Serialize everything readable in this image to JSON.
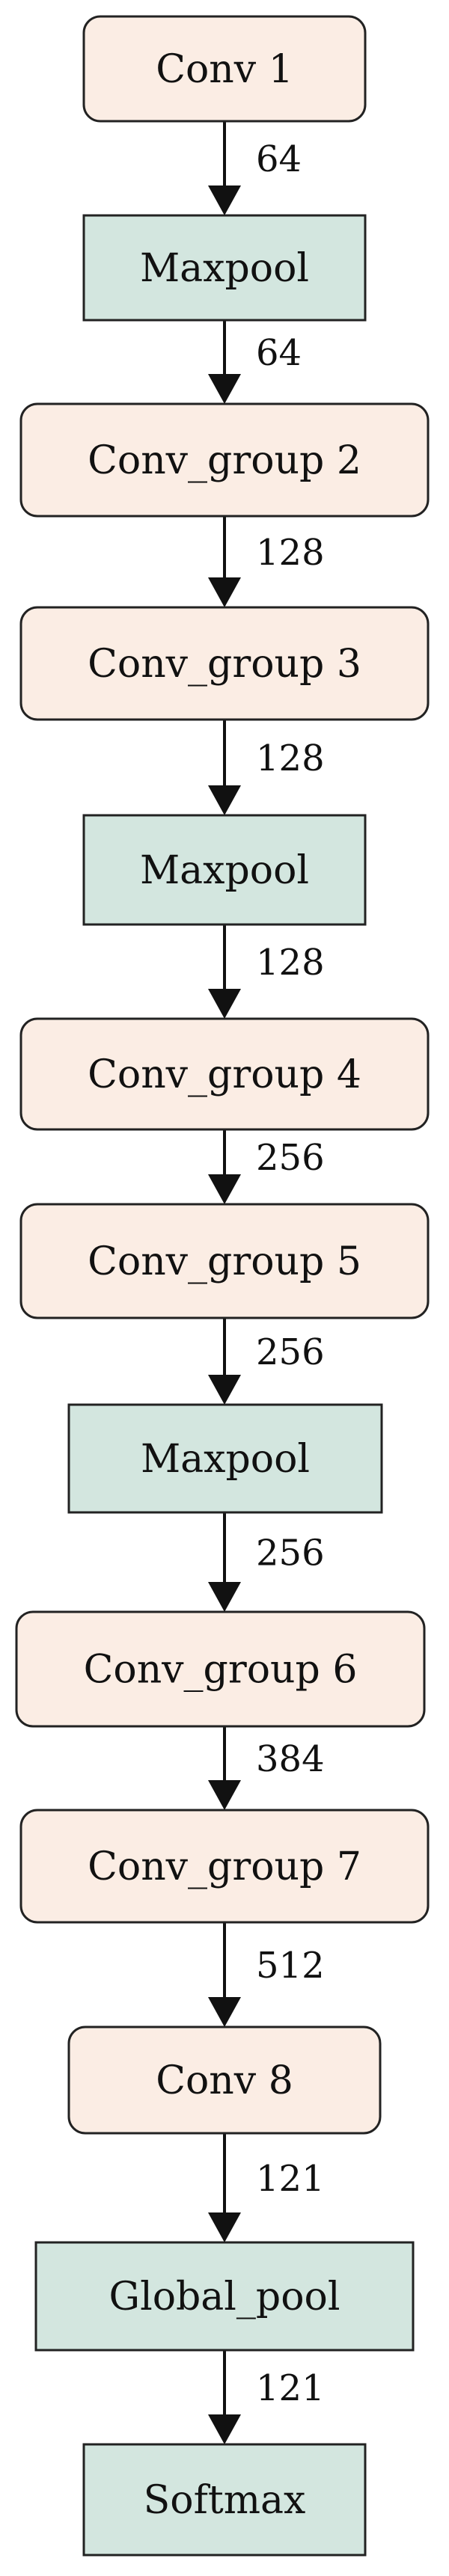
{
  "colors": {
    "conv_fill": "#FBEDE4",
    "pool_fill": "#D3E6DF",
    "stroke": "#222222",
    "arrow": "#111111"
  },
  "nodes": [
    {
      "id": "conv1",
      "label": "Conv 1",
      "kind": "conv"
    },
    {
      "id": "maxpool1",
      "label": "Maxpool",
      "kind": "pool"
    },
    {
      "id": "conv-group2",
      "label": "Conv_group 2",
      "kind": "conv"
    },
    {
      "id": "conv-group3",
      "label": "Conv_group 3",
      "kind": "conv"
    },
    {
      "id": "maxpool2",
      "label": "Maxpool",
      "kind": "pool"
    },
    {
      "id": "conv-group4",
      "label": "Conv_group 4",
      "kind": "conv"
    },
    {
      "id": "conv-group5",
      "label": "Conv_group 5",
      "kind": "conv"
    },
    {
      "id": "maxpool3",
      "label": "Maxpool",
      "kind": "pool"
    },
    {
      "id": "conv-group6",
      "label": "Conv_group 6",
      "kind": "conv"
    },
    {
      "id": "conv-group7",
      "label": "Conv_group 7",
      "kind": "conv"
    },
    {
      "id": "conv8",
      "label": "Conv 8",
      "kind": "conv"
    },
    {
      "id": "global-pool",
      "label": "Global_pool",
      "kind": "pool"
    },
    {
      "id": "softmax",
      "label": "Softmax",
      "kind": "pool"
    }
  ],
  "edges": [
    {
      "from": "conv1",
      "to": "maxpool1",
      "label": "64"
    },
    {
      "from": "maxpool1",
      "to": "conv-group2",
      "label": "64"
    },
    {
      "from": "conv-group2",
      "to": "conv-group3",
      "label": "128"
    },
    {
      "from": "conv-group3",
      "to": "maxpool2",
      "label": "128"
    },
    {
      "from": "maxpool2",
      "to": "conv-group4",
      "label": "128"
    },
    {
      "from": "conv-group4",
      "to": "conv-group5",
      "label": "256"
    },
    {
      "from": "conv-group5",
      "to": "maxpool3",
      "label": "256"
    },
    {
      "from": "maxpool3",
      "to": "conv-group6",
      "label": "256"
    },
    {
      "from": "conv-group6",
      "to": "conv-group7",
      "label": "384"
    },
    {
      "from": "conv-group7",
      "to": "conv8",
      "label": "512"
    },
    {
      "from": "conv8",
      "to": "global-pool",
      "label": "121"
    },
    {
      "from": "global-pool",
      "to": "softmax",
      "label": "121"
    }
  ]
}
